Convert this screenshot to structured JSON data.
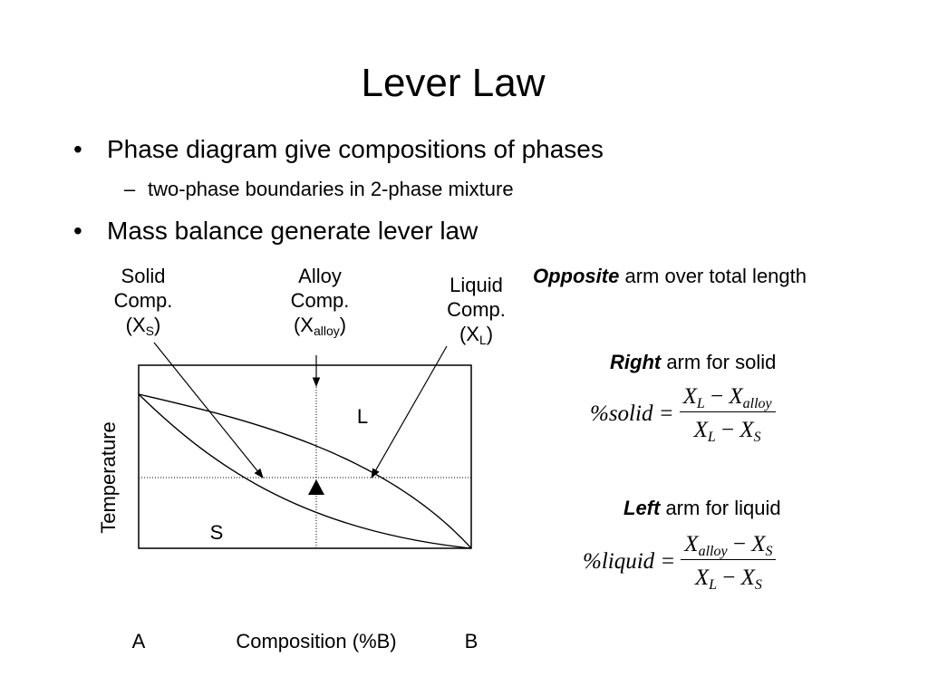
{
  "slide": {
    "title": "Lever Law",
    "bullets": [
      {
        "mark": "•",
        "text": "Phase diagram give compositions of phases"
      },
      {
        "mark": "•",
        "text": "Mass balance generate lever law"
      }
    ],
    "subbullets": [
      {
        "mark": "–",
        "text": "two-phase boundaries in 2-phase mixture"
      }
    ]
  },
  "diagram": {
    "solid_comp": {
      "line1": "Solid",
      "line2": "Comp.",
      "open": "(X",
      "sub": "S",
      "close": ")"
    },
    "alloy_comp": {
      "line1": "Alloy",
      "line2": "Comp.",
      "open": "(X",
      "sub": "alloy",
      "close": ")"
    },
    "liquid_comp": {
      "line1": "Liquid",
      "line2": "Comp.",
      "open": "(X",
      "sub": "L",
      "close": ")"
    },
    "region_liquid": "L",
    "region_solid": "S",
    "y_axis_label": "Temperature",
    "x_axis_label": "Composition (%B)",
    "x_left": "A",
    "x_right": "B"
  },
  "rules": {
    "opposite": {
      "bold": "Opposite",
      "rest": " arm over total length"
    },
    "right": {
      "bold": "Right",
      "rest": " arm for solid"
    },
    "left": {
      "bold": "Left",
      "rest": " arm for liquid"
    }
  },
  "eq_solid": {
    "lhs": "%solid =",
    "num_a": "X",
    "num_a_sub": "L",
    "num_op": " − ",
    "num_b": "X",
    "num_b_sub": "alloy",
    "den_a": "X",
    "den_a_sub": "L",
    "den_op": " − ",
    "den_b": "X",
    "den_b_sub": "S"
  },
  "eq_liquid": {
    "lhs": "%liquid =",
    "num_a": "X",
    "num_a_sub": "alloy",
    "num_op": " − ",
    "num_b": "X",
    "num_b_sub": "S",
    "den_a": "X",
    "den_a_sub": "L",
    "den_op": " − ",
    "den_b": "X",
    "den_b_sub": "S"
  }
}
